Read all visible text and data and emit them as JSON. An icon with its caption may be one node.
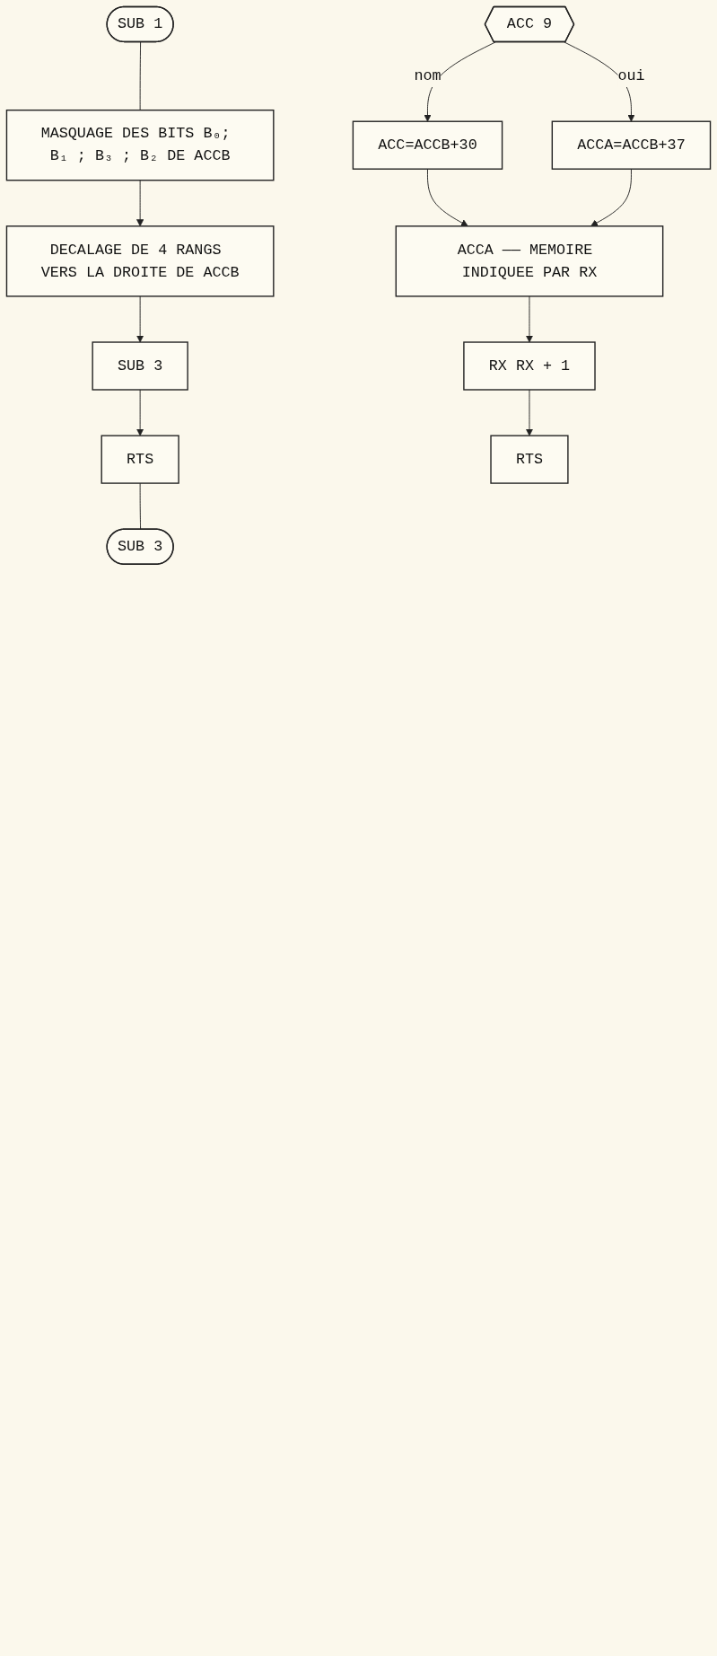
{
  "diagram": {
    "nodes": [
      {
        "text": [
          "SUB 1"
        ]
      },
      {
        "text": [
          "MASQUAGE DES BITS B₀; B₁ ; B₃ ; B₂ DE ACCB"
        ]
      },
      {
        "text": [
          "DECALAGE DE 4 RANGS VERS LA DROITE DE ACCB"
        ]
      },
      {
        "text": [
          "SUB 3"
        ]
      },
      {
        "text": [
          "RTS"
        ]
      },
      {
        "text": [
          "SUB 3"
        ]
      },
      {
        "text": [
          "ACC 9"
        ]
      },
      {
        "text": [
          "ACC=ACCB+30"
        ]
      },
      {
        "text": [
          "ACCA=ACCB+37"
        ]
      },
      {
        "text": [
          "ACCA —— MEMOIRE INDIQUEE PAR RX"
        ]
      },
      {
        "text": [
          "RX RX + 1"
        ]
      },
      {
        "text": [
          "RTS"
        ]
      }
    ],
    "edges": [
      {
        "from": 0,
        "to": 1,
        "arrow": "none"
      },
      {
        "from": 1,
        "to": 2,
        "arrow": "to"
      },
      {
        "from": 2,
        "to": 3,
        "arrow": "to"
      },
      {
        "from": 3,
        "to": 4,
        "arrow": "to"
      },
      {
        "from": 4,
        "to": 5,
        "arrow": "none"
      },
      {
        "from": 6,
        "to": 7,
        "arrow": "to",
        "label": "nom"
      },
      {
        "from": 6,
        "to": 8,
        "arrow": "to",
        "label": "oui"
      },
      {
        "from": 7,
        "to": 9,
        "arrow": "to"
      },
      {
        "from": 8,
        "to": 9,
        "arrow": "to"
      },
      {
        "from": 9,
        "to": 10,
        "arrow": "to"
      },
      {
        "from": 10,
        "to": 11,
        "arrow": "to"
      }
    ]
  }
}
